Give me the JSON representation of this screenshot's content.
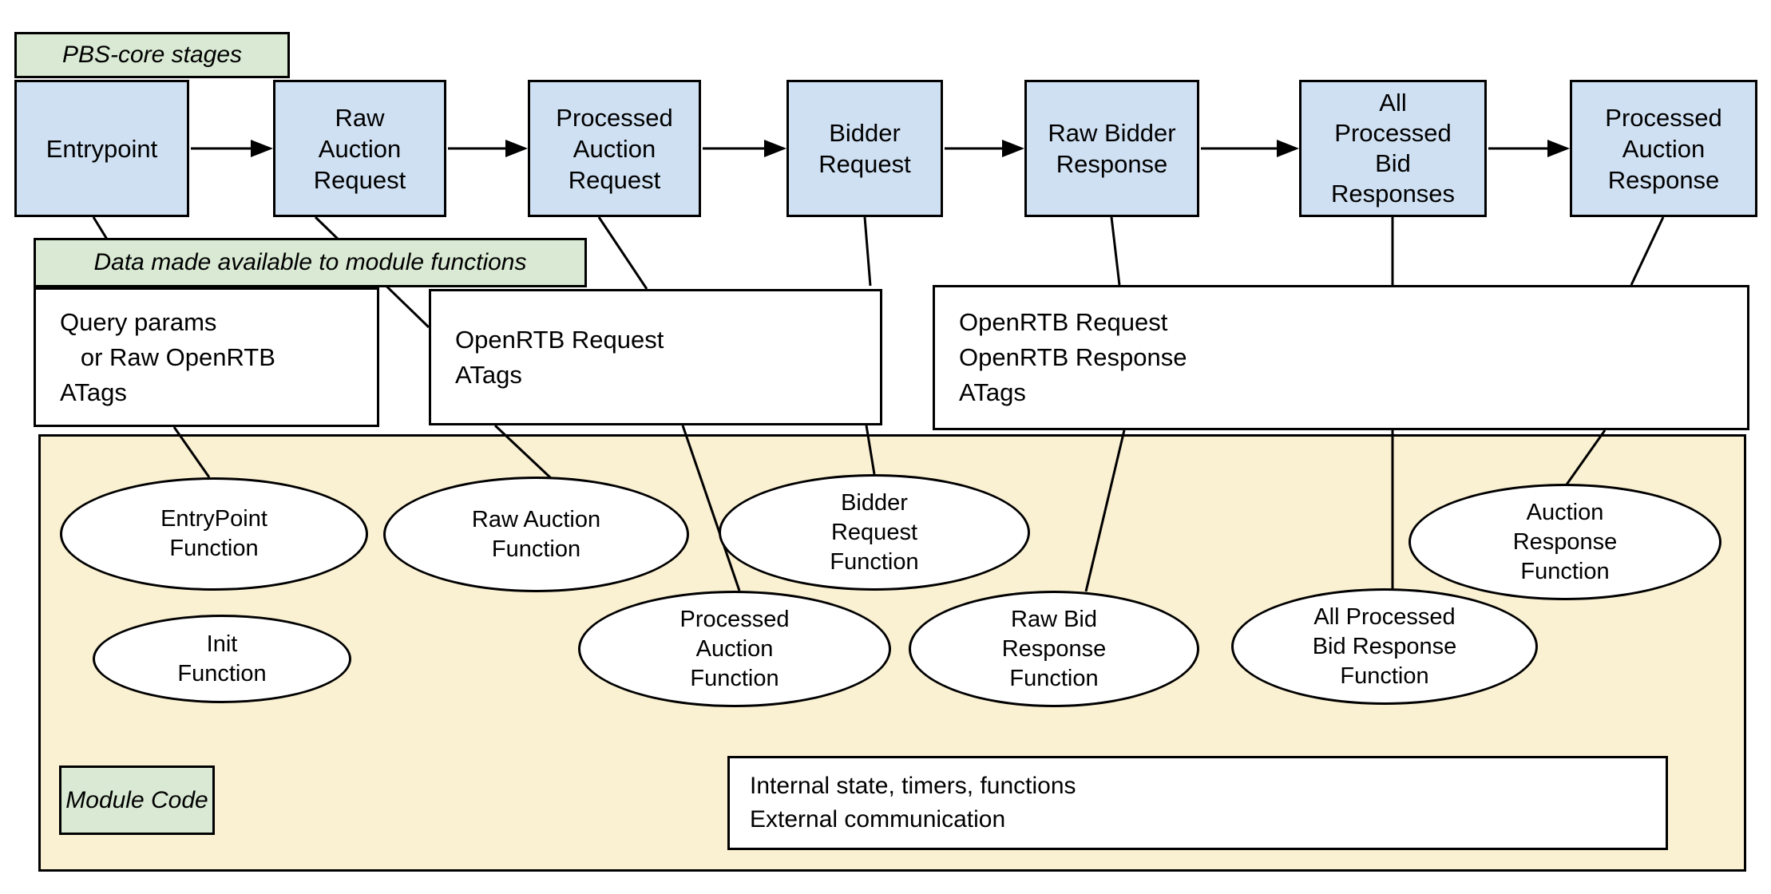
{
  "colors": {
    "stage_fill": "#cfe0f2",
    "label_fill": "#d9e9d3",
    "module_fill": "#faf0d2",
    "line_color": "#000000"
  },
  "labels": {
    "stages_group": "PBS-core stages",
    "data_group": "Data made available to module functions",
    "module_group": "Module Code"
  },
  "stages": [
    {
      "lines": [
        "Entrypoint"
      ]
    },
    {
      "lines": [
        "Raw",
        "Auction",
        "Request"
      ]
    },
    {
      "lines": [
        "Processed",
        "Auction",
        "Request"
      ]
    },
    {
      "lines": [
        "Bidder",
        "Request"
      ]
    },
    {
      "lines": [
        "Raw Bidder",
        "Response"
      ]
    },
    {
      "lines": [
        "All",
        "Processed",
        "Bid",
        "Responses"
      ]
    },
    {
      "lines": [
        "Processed",
        "Auction",
        "Response"
      ]
    }
  ],
  "data_boxes": [
    {
      "lines": [
        "Query params",
        "   or Raw OpenRTB",
        "ATags"
      ]
    },
    {
      "lines": [
        "OpenRTB Request",
        "ATags"
      ]
    },
    {
      "lines": [
        "OpenRTB Request",
        "OpenRTB Response",
        "ATags"
      ]
    }
  ],
  "functions": [
    {
      "lines": [
        "EntryPoint",
        "Function"
      ]
    },
    {
      "lines": [
        "Init",
        "Function"
      ]
    },
    {
      "lines": [
        "Raw Auction",
        "Function"
      ]
    },
    {
      "lines": [
        "Bidder",
        "Request",
        "Function"
      ]
    },
    {
      "lines": [
        "Processed",
        "Auction",
        "Function"
      ]
    },
    {
      "lines": [
        "Raw Bid",
        "Response",
        "Function"
      ]
    },
    {
      "lines": [
        "All Processed",
        "Bid Response",
        "Function"
      ]
    },
    {
      "lines": [
        "Auction",
        "Response",
        "Function"
      ]
    }
  ],
  "module_state_box": {
    "lines": [
      "Internal state, timers, functions",
      "External communication"
    ]
  }
}
